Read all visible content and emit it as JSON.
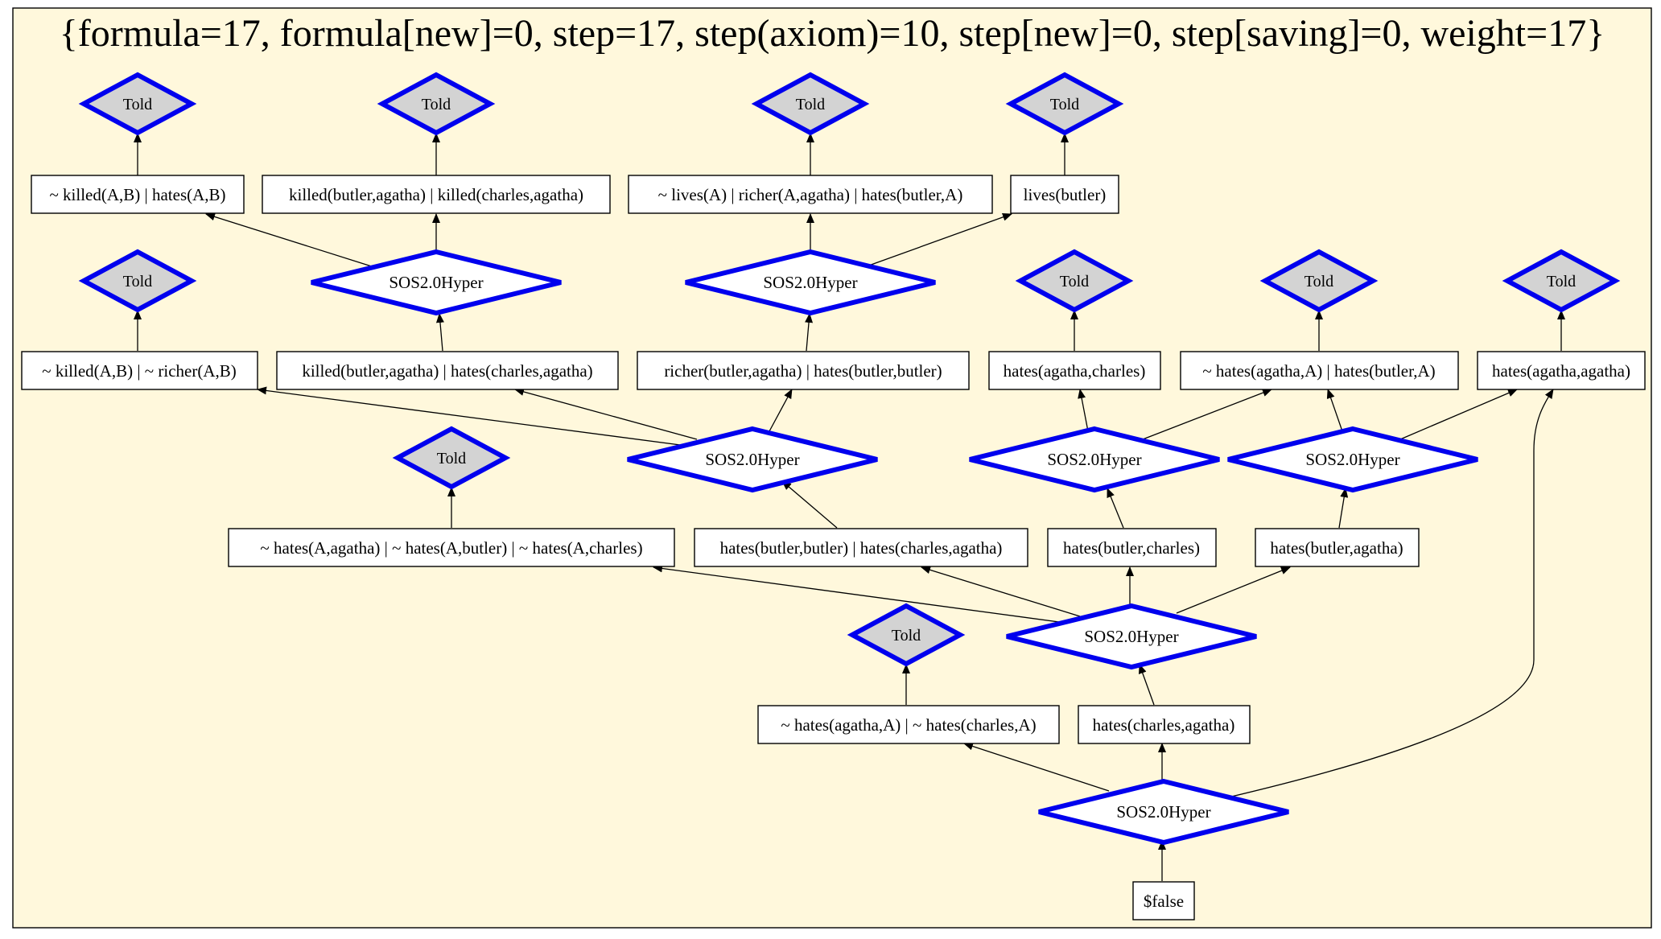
{
  "title": "{formula=17, formula[new]=0, step=17, step(axiom)=10, step[new]=0, step[saving]=0, weight=17}",
  "colors": {
    "background": "#fff8dc",
    "frame": "#000000",
    "diamond_stroke": "#0000ee",
    "told_fill": "#d3d3d3",
    "box_fill": "#ffffff"
  },
  "nodes": {
    "f1": "~ killed(A,B)  | hates(A,B)",
    "f2": "killed(butler,agatha)  | killed(charles,agatha)",
    "f3": "~ lives(A)  | richer(A,agatha)  | hates(butler,A)",
    "f4": "lives(butler)",
    "f5": "~ killed(A,B)  | ~ richer(A,B)",
    "f6": "killed(butler,agatha)  | hates(charles,agatha)",
    "f7": "richer(butler,agatha)  | hates(butler,butler)",
    "f8": "hates(agatha,charles)",
    "f9": "~ hates(agatha,A)  | hates(butler,A)",
    "f10": "hates(agatha,agatha)",
    "f11": "~ hates(A,agatha)  | ~ hates(A,butler)  | ~ hates(A,charles)",
    "f12": "hates(butler,butler)  | hates(charles,agatha)",
    "f13": "hates(butler,charles)",
    "f14": "hates(butler,agatha)",
    "f15": "~ hates(agatha,A)  | ~ hates(charles,A)",
    "f16": "hates(charles,agatha)",
    "f17": "$false",
    "told": "Told",
    "hyper": "SOS2.0Hyper"
  }
}
